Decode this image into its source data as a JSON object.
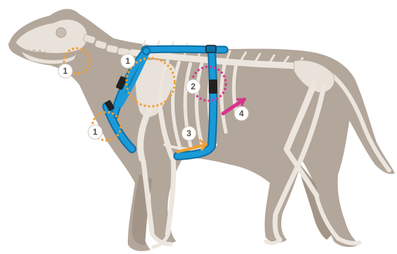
{
  "colors": {
    "dog_body": "#b3a69a",
    "dog_shadow": "#a39588",
    "skeleton": "#ebe4dc",
    "harness_blue": "#1b9ad8",
    "harness_dark": "#0f6fa3",
    "buckle": "#222222",
    "orange_zone": "#f0a033",
    "magenta_zone": "#d8338f",
    "marker_fill": "#ffffff"
  },
  "markers": [
    {
      "id": "throat",
      "label": "1",
      "zone_color": "orange",
      "shape": "ring"
    },
    {
      "id": "neck",
      "label": "1",
      "zone_color": "orange",
      "shape": "ring"
    },
    {
      "id": "chest",
      "label": "1",
      "zone_color": "orange",
      "shape": "ring"
    },
    {
      "id": "back",
      "label": "2",
      "zone_color": "magenta",
      "shape": "ring"
    },
    {
      "id": "belly",
      "label": "3",
      "zone_color": "orange",
      "shape": "arrow"
    },
    {
      "id": "flank",
      "label": "4",
      "zone_color": "magenta",
      "shape": "arrow"
    }
  ]
}
